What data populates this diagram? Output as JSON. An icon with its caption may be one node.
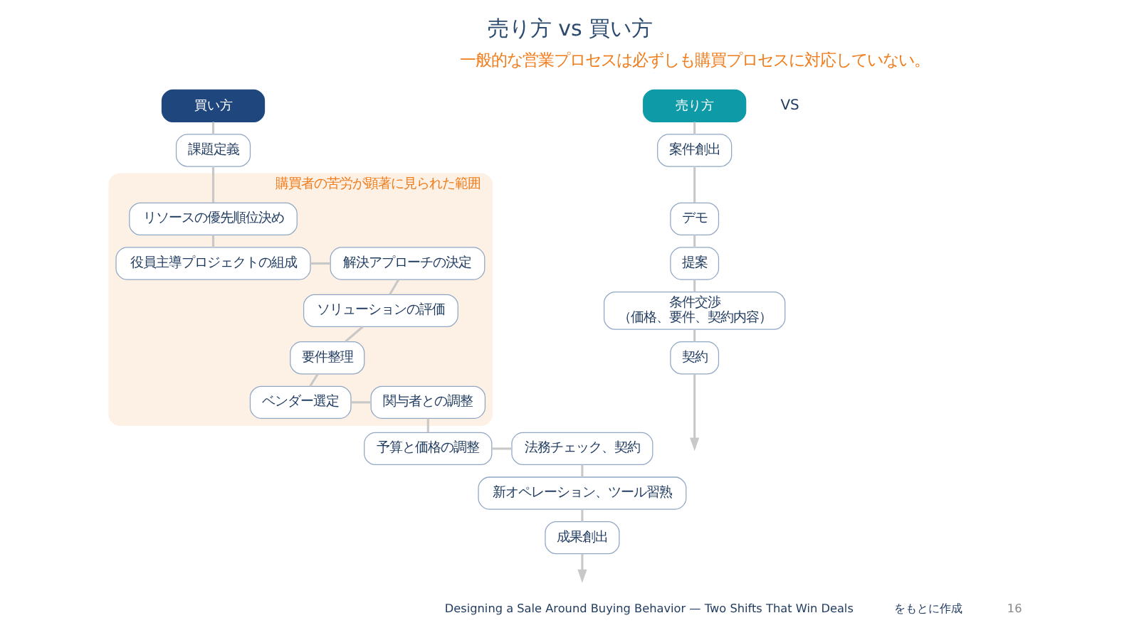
{
  "diagram": {
    "title": "売り方 vs 買い方",
    "nodes": [
      {
        "text": [
          "売り方"
        ]
      },
      {
        "text": [
          "案件創出"
        ]
      },
      {
        "text": [
          "デモ"
        ]
      },
      {
        "text": [
          "提案"
        ]
      },
      {
        "text": [
          "条件交渉",
          "（価格、要件、契約内容）"
        ]
      },
      {
        "text": [
          "契約"
        ]
      },
      {
        "text": [
          "買い方"
        ]
      },
      {
        "text": [
          "課題定義"
        ]
      },
      {
        "text": [
          "購買者の苦労が顕著に見られた範囲"
        ]
      },
      {
        "text": [
          "リソースの優先順位決め"
        ],
        "in": 8
      },
      {
        "text": [
          "役員主導プロジェクトの組成"
        ],
        "in": 8
      },
      {
        "text": [
          "解決アプローチの決定"
        ],
        "in": 8
      },
      {
        "text": [
          "ソリューションの評価"
        ],
        "in": 8
      },
      {
        "text": [
          "要件整理"
        ],
        "in": 8
      },
      {
        "text": [
          "ベンダー選定"
        ],
        "in": 8
      },
      {
        "text": [
          "関与者との調整"
        ],
        "in": 8
      },
      {
        "text": [
          "予算と価格の調整"
        ]
      },
      {
        "text": [
          "法務チェック、契約"
        ]
      },
      {
        "text": [
          "新オペレーション、ツール習熟"
        ]
      },
      {
        "text": [
          "成果創出"
        ]
      }
    ],
    "edges": [
      {
        "from": 0,
        "to": 1,
        "arrow": "none"
      },
      {
        "from": 1,
        "to": 2,
        "arrow": "none"
      },
      {
        "from": 2,
        "to": 3,
        "arrow": "none"
      },
      {
        "from": 3,
        "to": 4,
        "arrow": "none"
      },
      {
        "from": 4,
        "to": 5,
        "arrow": "none"
      },
      {
        "from": 5,
        "to": null,
        "arrow": "to"
      },
      {
        "from": 6,
        "to": 7,
        "arrow": "none"
      },
      {
        "from": 7,
        "to": 9,
        "arrow": "none"
      },
      {
        "from": 9,
        "to": 10,
        "arrow": "none"
      },
      {
        "from": 10,
        "to": 11,
        "arrow": "none"
      },
      {
        "from": 11,
        "to": 12,
        "arrow": "none"
      },
      {
        "from": 12,
        "to": 13,
        "arrow": "none"
      },
      {
        "from": 13,
        "to": 14,
        "arrow": "none"
      },
      {
        "from": 14,
        "to": 15,
        "arrow": "none"
      },
      {
        "from": 15,
        "to": 16,
        "arrow": "none"
      },
      {
        "from": 16,
        "to": 17,
        "arrow": "none"
      },
      {
        "from": 17,
        "to": 18,
        "arrow": "none"
      },
      {
        "from": 18,
        "to": 19,
        "arrow": "none"
      },
      {
        "from": 19,
        "to": null,
        "arrow": "to"
      }
    ],
    "labels": [
      "一般的な営業プロセスは必ずしも購買プロセスに対応していない。",
      "VS",
      "Designing a Sale Around Buying Behavior — Two Shifts That Win Deals",
      "をもとに作成",
      "16"
    ]
  }
}
